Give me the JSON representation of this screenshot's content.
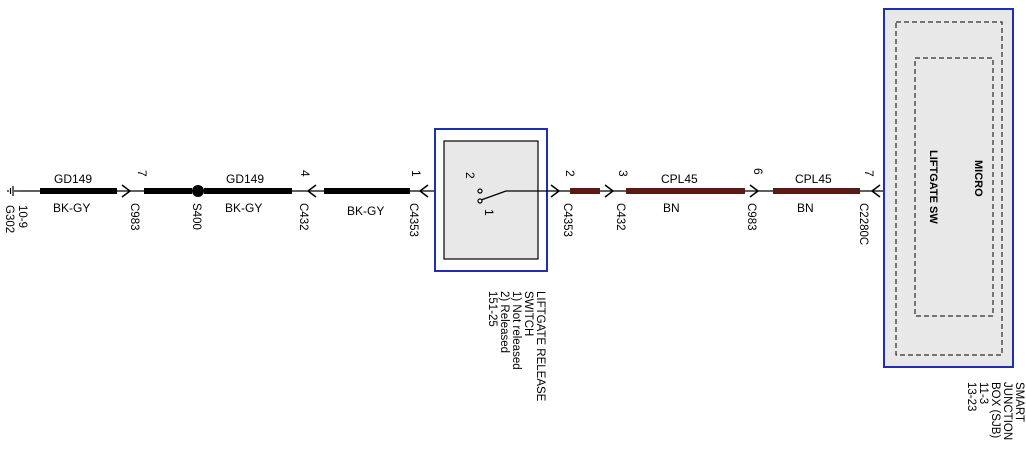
{
  "ground": {
    "name": "G302",
    "ref": "10-9"
  },
  "wire_left_1": {
    "circuit": "GD149",
    "color": "BK-GY"
  },
  "wire_left_2": {
    "circuit": "GD149",
    "color": "BK-GY"
  },
  "wire_left_3": {
    "color": "BK-GY"
  },
  "wire_right_1": {
    "circuit": "CPL45",
    "color": "BN"
  },
  "wire_right_2": {
    "circuit": "CPL45",
    "color": "BN"
  },
  "connectors": {
    "c983_left": {
      "name": "C983",
      "pin": "7"
    },
    "s400": {
      "name": "S400"
    },
    "c432_left": {
      "name": "C432",
      "pin": "4"
    },
    "c4353_left": {
      "name": "C4353",
      "pin": "1"
    },
    "c4353_right": {
      "name": "C4353",
      "pin": "2"
    },
    "c432_right": {
      "name": "C432",
      "pin": "3"
    },
    "c983_right": {
      "name": "C983",
      "pin": "6"
    },
    "c2280c": {
      "name": "C2280C",
      "pin": "7"
    }
  },
  "switch": {
    "pin_2": "2",
    "pin_1": "1",
    "label_lines": [
      "LIFTGATE RELEASE",
      "SWITCH",
      "1) Not released",
      "2) Released",
      "151-25"
    ]
  },
  "sjb": {
    "inner_outer": "MICRO",
    "inner_inner": "LIFTGATE SW",
    "label_lines": [
      "SMART",
      "JUNCTION",
      "BOX (SJB)",
      "11-3",
      "13-23"
    ]
  },
  "colors": {
    "black_wire": "#000000",
    "brown_wire": "#5a1a16",
    "component_border": "#1f2fb4",
    "component_fill": "#e8e8e8"
  }
}
